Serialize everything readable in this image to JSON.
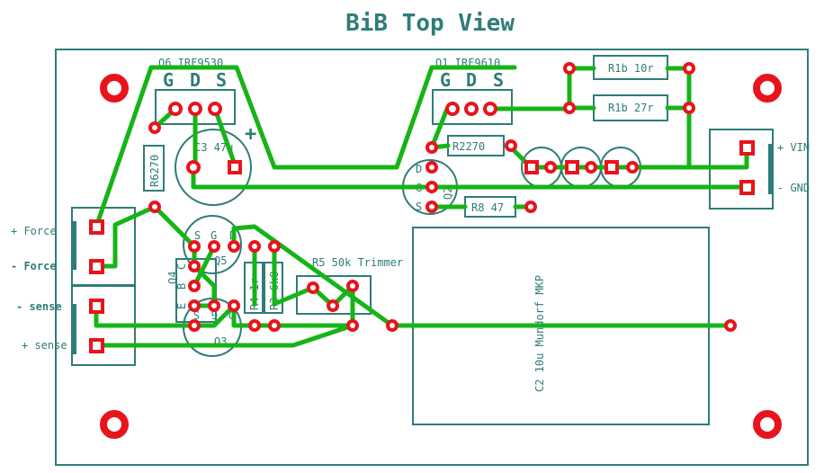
{
  "title": "BiB Top View",
  "components": {
    "q6": "Q6 IRF9530",
    "q1": "Q1 IRF9610",
    "pins_gds": [
      "G",
      "D",
      "S"
    ],
    "c3": "C3 47u",
    "plus": "+",
    "r6": "R6270",
    "r1b_top": "R1b 10r",
    "r1b_bot": "R1b 27r",
    "r2": "R2270",
    "r8": "R8 47",
    "q2": "Q2",
    "q2_pins": [
      "D",
      "G",
      "S"
    ],
    "q5": "Q5",
    "q5_pins": [
      "S",
      "G",
      "D"
    ],
    "q4": "Q4",
    "q4_pins": [
      "C",
      "B",
      "E"
    ],
    "q3": "Q3",
    "q3_pins": [
      "S",
      "G",
      "D"
    ],
    "r4": "R4 1r",
    "r3": "R3 6k8",
    "r5": "R5 50k Trimmer",
    "c2": "C2 10u Mundorf MKP"
  },
  "connectors": {
    "vin": "+ VIN",
    "gnd": "- GND",
    "force_plus": "+ Force",
    "force_minus": "- Force",
    "sense_minus": "- sense",
    "sense_plus": "+ sense"
  },
  "colors": {
    "silkscreen": "#2e7d78",
    "trace": "#16b416",
    "pad": "#e8141c"
  }
}
